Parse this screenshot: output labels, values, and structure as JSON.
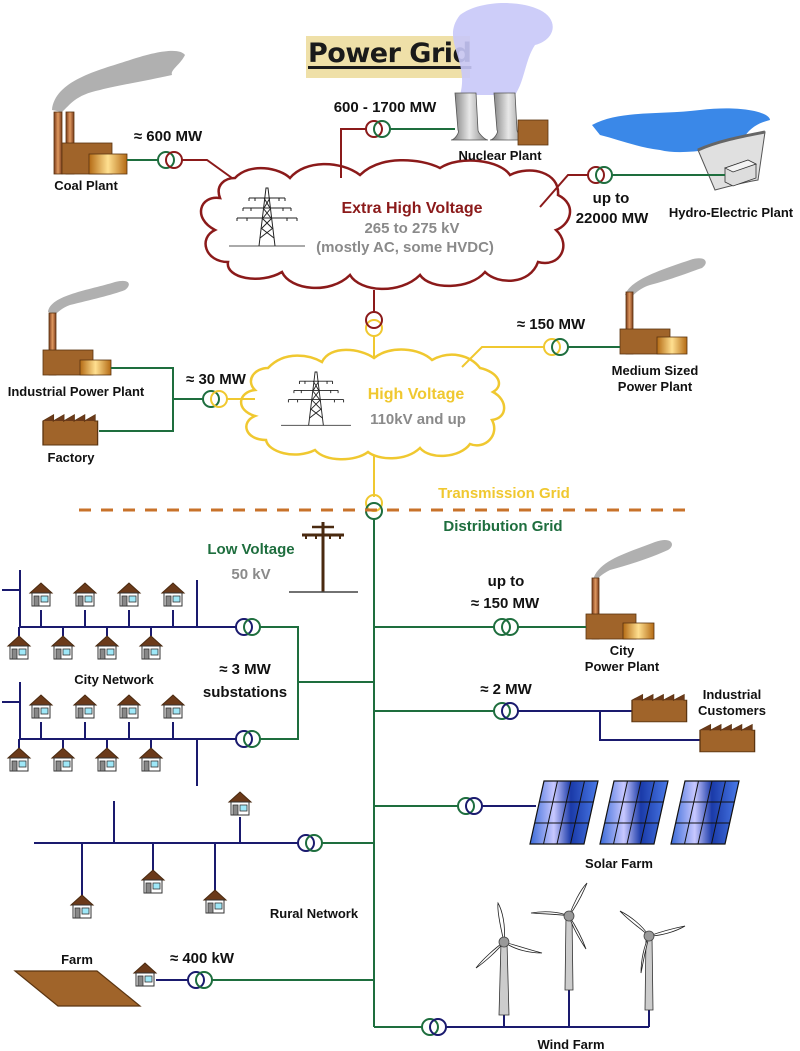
{
  "title": "Power Grid",
  "colors": {
    "extra_high_voltage": "#8b1a1a",
    "high_voltage": "#f0c830",
    "distribution": "#1e6e3e",
    "low_voltage_consumer": "#1a1a6e",
    "grid_divider": "#c8722a",
    "voltage_value_text": "#8a8a8a"
  },
  "extra_high_voltage": {
    "label": "Extra High Voltage",
    "range": "265 to 275 kV",
    "note": "(mostly AC, some HVDC)"
  },
  "high_voltage": {
    "label": "High Voltage",
    "range": "110kV and up"
  },
  "low_voltage": {
    "label": "Low Voltage",
    "range": "50 kV"
  },
  "grid_divider": {
    "upper": "Transmission Grid",
    "lower": "Distribution Grid"
  },
  "generators": {
    "coal": {
      "name": "Coal Plant",
      "capacity": "≈ 600  MW"
    },
    "nuclear": {
      "name": "Nuclear Plant",
      "capacity": "600 - 1700  MW"
    },
    "hydro": {
      "name": "Hydro-Electric Plant",
      "capacity_line1": "up to",
      "capacity_line2": "22000  MW"
    },
    "industrial": {
      "name": "Industrial Power Plant",
      "capacity": "≈ 30 MW"
    },
    "factory": {
      "name": "Factory"
    },
    "medium": {
      "name_line1": "Medium Sized",
      "name_line2": "Power Plant",
      "capacity": "≈ 150  MW"
    },
    "city": {
      "name_line1": "City",
      "name_line2": "Power Plant",
      "capacity_line1": "up to",
      "capacity_line2": "≈ 150  MW"
    }
  },
  "consumers": {
    "city_network": {
      "name": "City Network",
      "capacity_line1": "≈ 3  MW",
      "capacity_line2": "substations"
    },
    "industrial_customers": {
      "name_line1": "Industrial",
      "name_line2": "Customers",
      "capacity": "≈ 2  MW"
    },
    "solar_farm": {
      "name": "Solar Farm"
    },
    "rural_network": {
      "name": "Rural Network"
    },
    "farm": {
      "name": "Farm",
      "capacity": "≈ 400 kW"
    },
    "wind_farm": {
      "name": "Wind Farm"
    }
  }
}
